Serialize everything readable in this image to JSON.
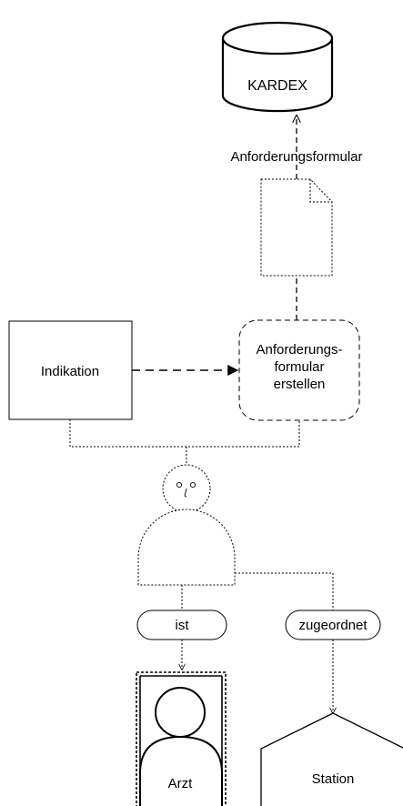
{
  "diagram": {
    "database": {
      "label": "KARDEX"
    },
    "document": {
      "label": "Anforderungsformular"
    },
    "input": {
      "label": "Indikation"
    },
    "process": {
      "lines": [
        "Anforderungs-",
        "formular",
        "erstellen"
      ]
    },
    "relations": {
      "is": "ist",
      "assigned": "zugeordnet"
    },
    "role": {
      "label": "Arzt"
    },
    "unit": {
      "label": "Station"
    }
  },
  "colors": {
    "stroke": "#000000",
    "background": "#ffffff"
  }
}
